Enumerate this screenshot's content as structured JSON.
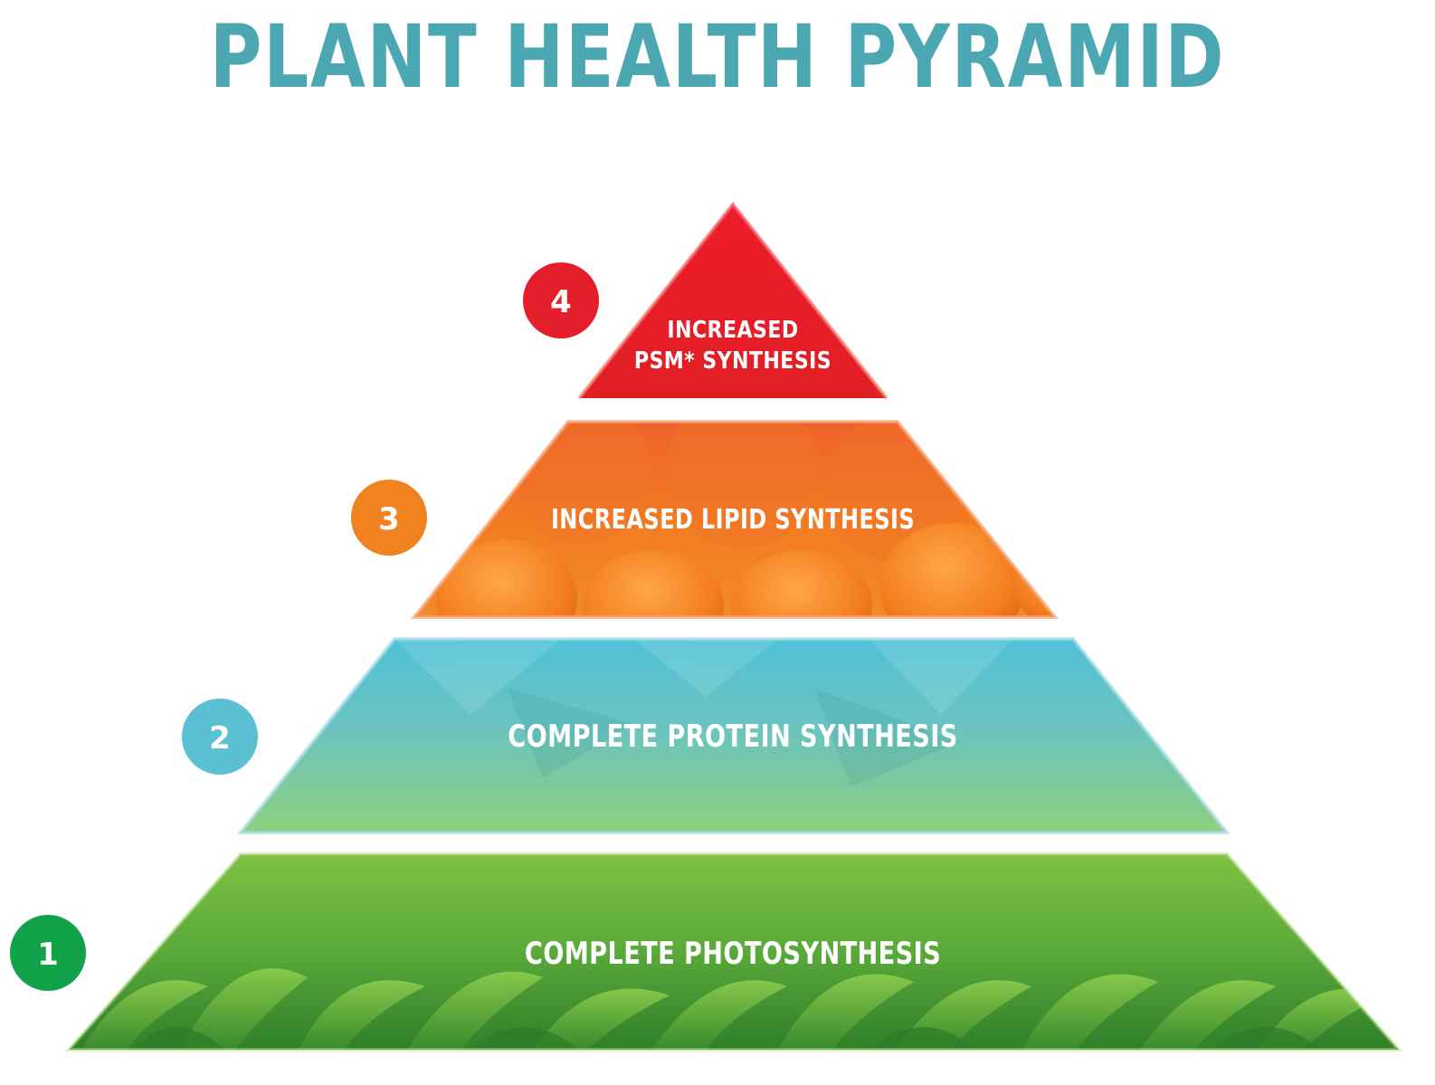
{
  "title": "PLANT HEALTH PYRAMID",
  "tiers": [
    {
      "level": "4",
      "label_lines": [
        "INCREASED",
        "PSM* SYNTHESIS"
      ],
      "color": "#e41e2b",
      "badge_color": "#e41e2b",
      "texture": "red"
    },
    {
      "level": "3",
      "label_lines": [
        "INCREASED LIPID SYNTHESIS"
      ],
      "color": "#f07a22",
      "badge_color": "#f0821f",
      "texture": "oranges"
    },
    {
      "level": "2",
      "label_lines": [
        "COMPLETE PROTEIN SYNTHESIS"
      ],
      "color": "#56c1d4",
      "badge_color": "#5bc0d3",
      "texture": "teal-to-green gradient"
    },
    {
      "level": "1",
      "label_lines": [
        "COMPLETE PHOTOSYNTHESIS"
      ],
      "color": "#5aae3a",
      "badge_color": "#11a24a",
      "texture": "leaves"
    }
  ]
}
